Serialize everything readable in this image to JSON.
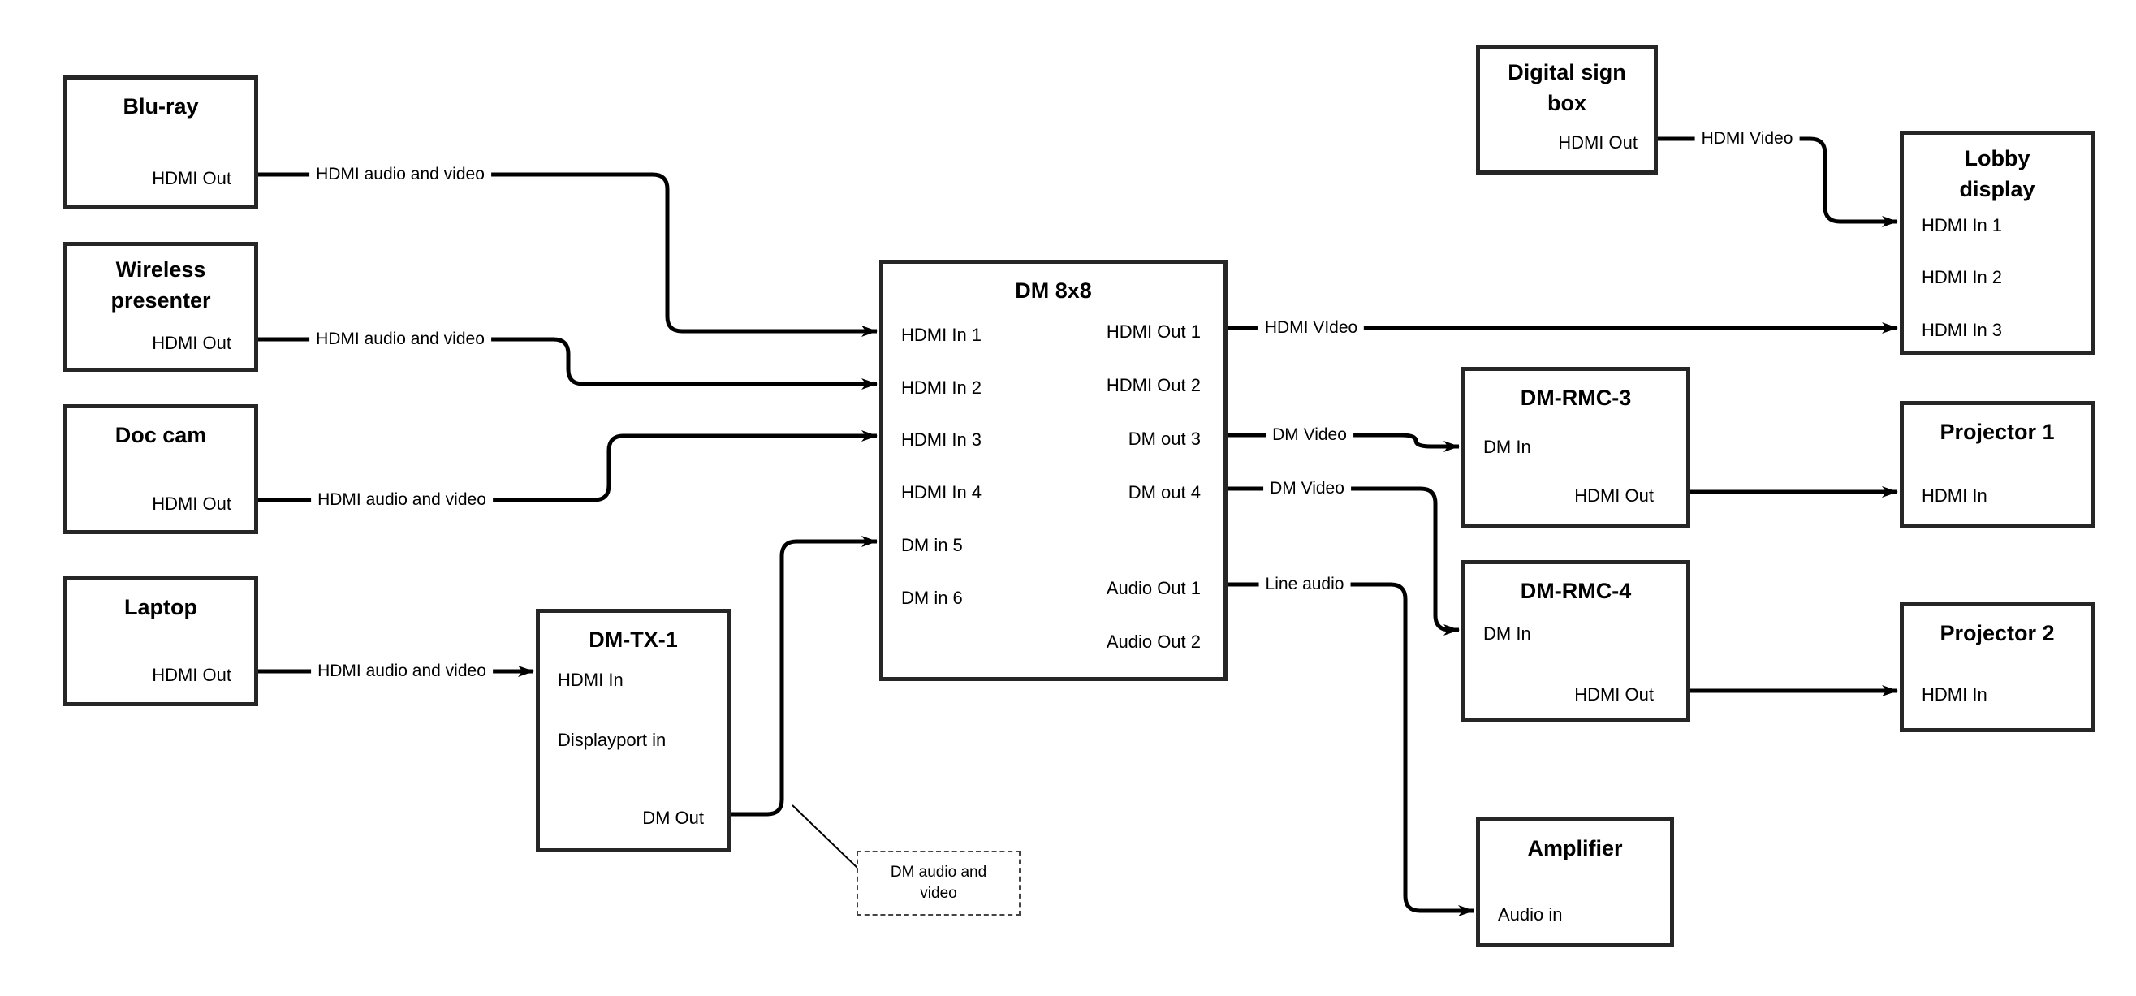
{
  "nodes": [
    {
      "id": "blu-ray",
      "title": "Blu-ray",
      "ports": [
        "HDMI Out"
      ]
    },
    {
      "id": "wireless-presenter",
      "title": "Wireless presenter",
      "ports": [
        "HDMI Out"
      ]
    },
    {
      "id": "doc-cam",
      "title": "Doc cam",
      "ports": [
        "HDMI Out"
      ]
    },
    {
      "id": "laptop",
      "title": "Laptop",
      "ports": [
        "HDMI Out"
      ]
    },
    {
      "id": "dm-tx-1",
      "title": "DM-TX-1",
      "ports": [
        "HDMI In",
        "Displayport in",
        "DM Out"
      ]
    },
    {
      "id": "dm-8x8",
      "title": "DM 8x8",
      "ports": [
        "HDMI In 1",
        "HDMI In 2",
        "HDMI In 3",
        "HDMI In 4",
        "DM in 5",
        "DM in 6",
        "HDMI Out 1",
        "HDMI Out 2",
        "DM out 3",
        "DM out 4",
        "Audio Out 1",
        "Audio Out 2"
      ]
    },
    {
      "id": "digital-sign-box",
      "title": "Digital sign box",
      "ports": [
        "HDMI Out"
      ]
    },
    {
      "id": "lobby-display",
      "title": "Lobby display",
      "ports": [
        "HDMI In 1",
        "HDMI In 2",
        "HDMI In 3"
      ]
    },
    {
      "id": "dm-rmc-3",
      "title": "DM-RMC-3",
      "ports": [
        "DM In",
        "HDMI Out"
      ]
    },
    {
      "id": "projector-1",
      "title": "Projector 1",
      "ports": [
        "HDMI In"
      ]
    },
    {
      "id": "dm-rmc-4",
      "title": "DM-RMC-4",
      "ports": [
        "DM In",
        "HDMI Out"
      ]
    },
    {
      "id": "projector-2",
      "title": "Projector 2",
      "ports": [
        "HDMI In"
      ]
    },
    {
      "id": "amplifier",
      "title": "Amplifier",
      "ports": [
        "Audio in"
      ]
    }
  ],
  "connections": [
    {
      "from": "Blu-ray HDMI Out",
      "to": "DM 8x8 HDMI In 1",
      "label": "HDMI audio and video"
    },
    {
      "from": "Wireless presenter HDMI Out",
      "to": "DM 8x8 HDMI In 2",
      "label": "HDMI audio and video"
    },
    {
      "from": "Doc cam HDMI Out",
      "to": "DM 8x8 HDMI In 3",
      "label": "HDMI audio and video"
    },
    {
      "from": "Laptop HDMI Out",
      "to": "DM-TX-1 HDMI In",
      "label": "HDMI audio and video"
    },
    {
      "from": "DM-TX-1 DM Out",
      "to": "DM 8x8 DM in 5",
      "label": ""
    },
    {
      "from": "DM 8x8 HDMI Out 1",
      "to": "Lobby display HDMI In 3",
      "label": "HDMI VIdeo"
    },
    {
      "from": "DM 8x8 DM out 3",
      "to": "DM-RMC-3 DM In",
      "label": "DM Video"
    },
    {
      "from": "DM 8x8 DM out 4",
      "to": "DM-RMC-4 DM In",
      "label": "DM Video"
    },
    {
      "from": "DM 8x8 Audio Out 1",
      "to": "Amplifier Audio in",
      "label": "Line audio"
    },
    {
      "from": "Digital sign box HDMI Out",
      "to": "Lobby display HDMI In 1",
      "label": "HDMI Video"
    },
    {
      "from": "DM-RMC-3 HDMI Out",
      "to": "Projector 1 HDMI In",
      "label": ""
    },
    {
      "from": "DM-RMC-4 HDMI Out",
      "to": "Projector 2 HDMI In",
      "label": ""
    }
  ],
  "callout": {
    "text": "DM audio and video"
  },
  "colors": {
    "line": "#000000",
    "border": "#262626",
    "background": "#ffffff"
  }
}
